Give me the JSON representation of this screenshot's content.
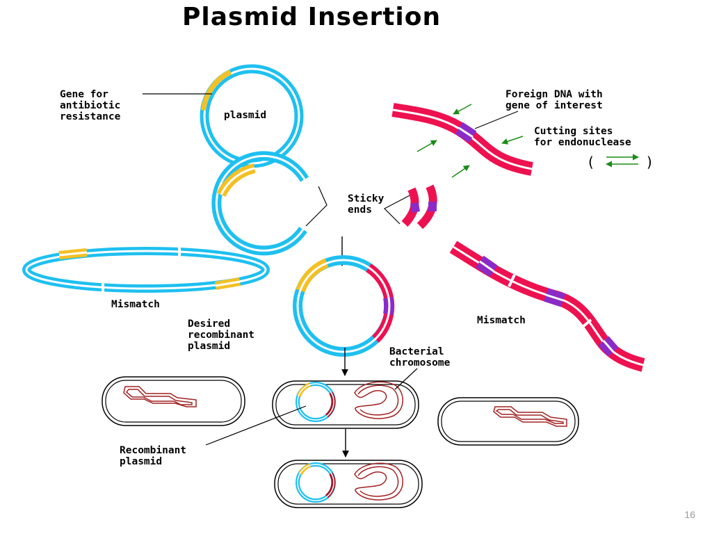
{
  "title": "Plasmid Insertion",
  "labels": {
    "gene_antibiotic": "Gene for\nantibiotic\nresistance",
    "plasmid": "plasmid",
    "foreign_dna": "Foreign DNA with\ngene of interest",
    "cutting_sites": "Cutting sites\nfor endonuclease",
    "sticky_ends": "Sticky\nends",
    "mismatch_left": "Mismatch",
    "mismatch_right": "Mismatch",
    "desired": "Desired\nrecombinant\nplasmid",
    "bacterial_chromosome": "Bacterial\nchromosome",
    "recombinant": "Recombinant\nplasmid"
  },
  "page_number": "16",
  "colors": {
    "plasmid": "#1ec0f0",
    "antibiotic_gene": "#f4c024",
    "foreign_dna": "#ee1150",
    "gene_of_interest": "#8a2bc8",
    "chromosome": "#a02020",
    "arrow_green": "#168c16"
  }
}
